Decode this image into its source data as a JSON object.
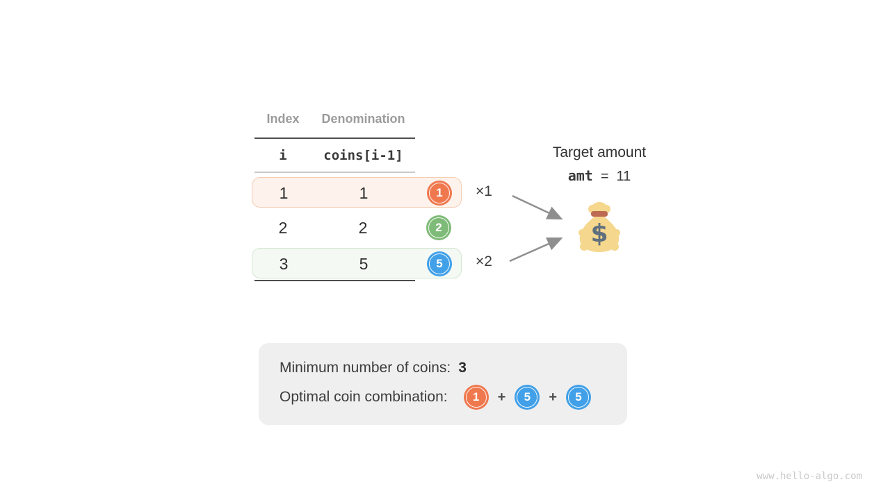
{
  "table": {
    "col_headers": {
      "index": "Index",
      "denomination": "Denomination"
    },
    "var_headers": {
      "index": "i",
      "denomination": "coins[i-1]"
    },
    "rows": [
      {
        "index": "1",
        "denomination": "1",
        "coin": "1",
        "coin_color": "orange",
        "highlight": "orange",
        "multiplier": "×1"
      },
      {
        "index": "2",
        "denomination": "2",
        "coin": "2",
        "coin_color": "green",
        "highlight": "none",
        "multiplier": ""
      },
      {
        "index": "3",
        "denomination": "5",
        "coin": "5",
        "coin_color": "blue",
        "highlight": "green",
        "multiplier": "×2"
      }
    ]
  },
  "target": {
    "title": "Target amount",
    "var_name": "amt",
    "equals": "=",
    "value": "11",
    "icon": "money-bag",
    "dollar_glyph": "$"
  },
  "summary": {
    "min_coins_label": "Minimum number of coins:",
    "min_coins_value": "3",
    "combination_label": "Optimal coin combination:",
    "plus": "+",
    "combination": [
      {
        "value": "1",
        "color": "orange"
      },
      {
        "value": "5",
        "color": "blue"
      },
      {
        "value": "5",
        "color": "blue"
      }
    ]
  },
  "watermark": "www.hello-algo.com",
  "colors": {
    "coin_orange": "#f0784e",
    "coin_green": "#7fbb78",
    "coin_blue": "#41a0e8",
    "row_highlight_orange_bg": "#fdf2ec",
    "row_highlight_orange_border": "#f4cdb2",
    "row_highlight_green_bg": "#f4f9f4",
    "row_highlight_green_border": "#d4e6d1",
    "summary_bg": "#efefef",
    "arrow_gray": "#8f8f8f",
    "bag_body": "#f5d78d",
    "bag_tie": "#bd6b52",
    "bag_dollar": "#5f6f7d"
  }
}
